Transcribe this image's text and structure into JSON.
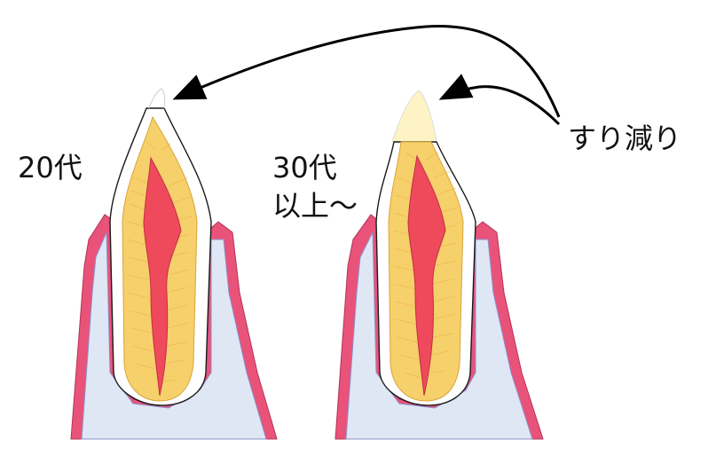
{
  "labels": {
    "age_20s": "20代",
    "age_30s_line1": "30代",
    "age_30s_line2": "以上～",
    "wear": "すり減り"
  },
  "colors": {
    "gum": "#e9537a",
    "gum_inner": "#f7a6bb",
    "bone": "#dfe7f5",
    "dentin": "#f6d06b",
    "dentin_lines": "#e8b74a",
    "pulp": "#ee4a5c",
    "enamel": "#ffffff",
    "worn_enamel": "#fdf3c4",
    "outline": "#1a1a1a",
    "arrow": "#000000"
  }
}
